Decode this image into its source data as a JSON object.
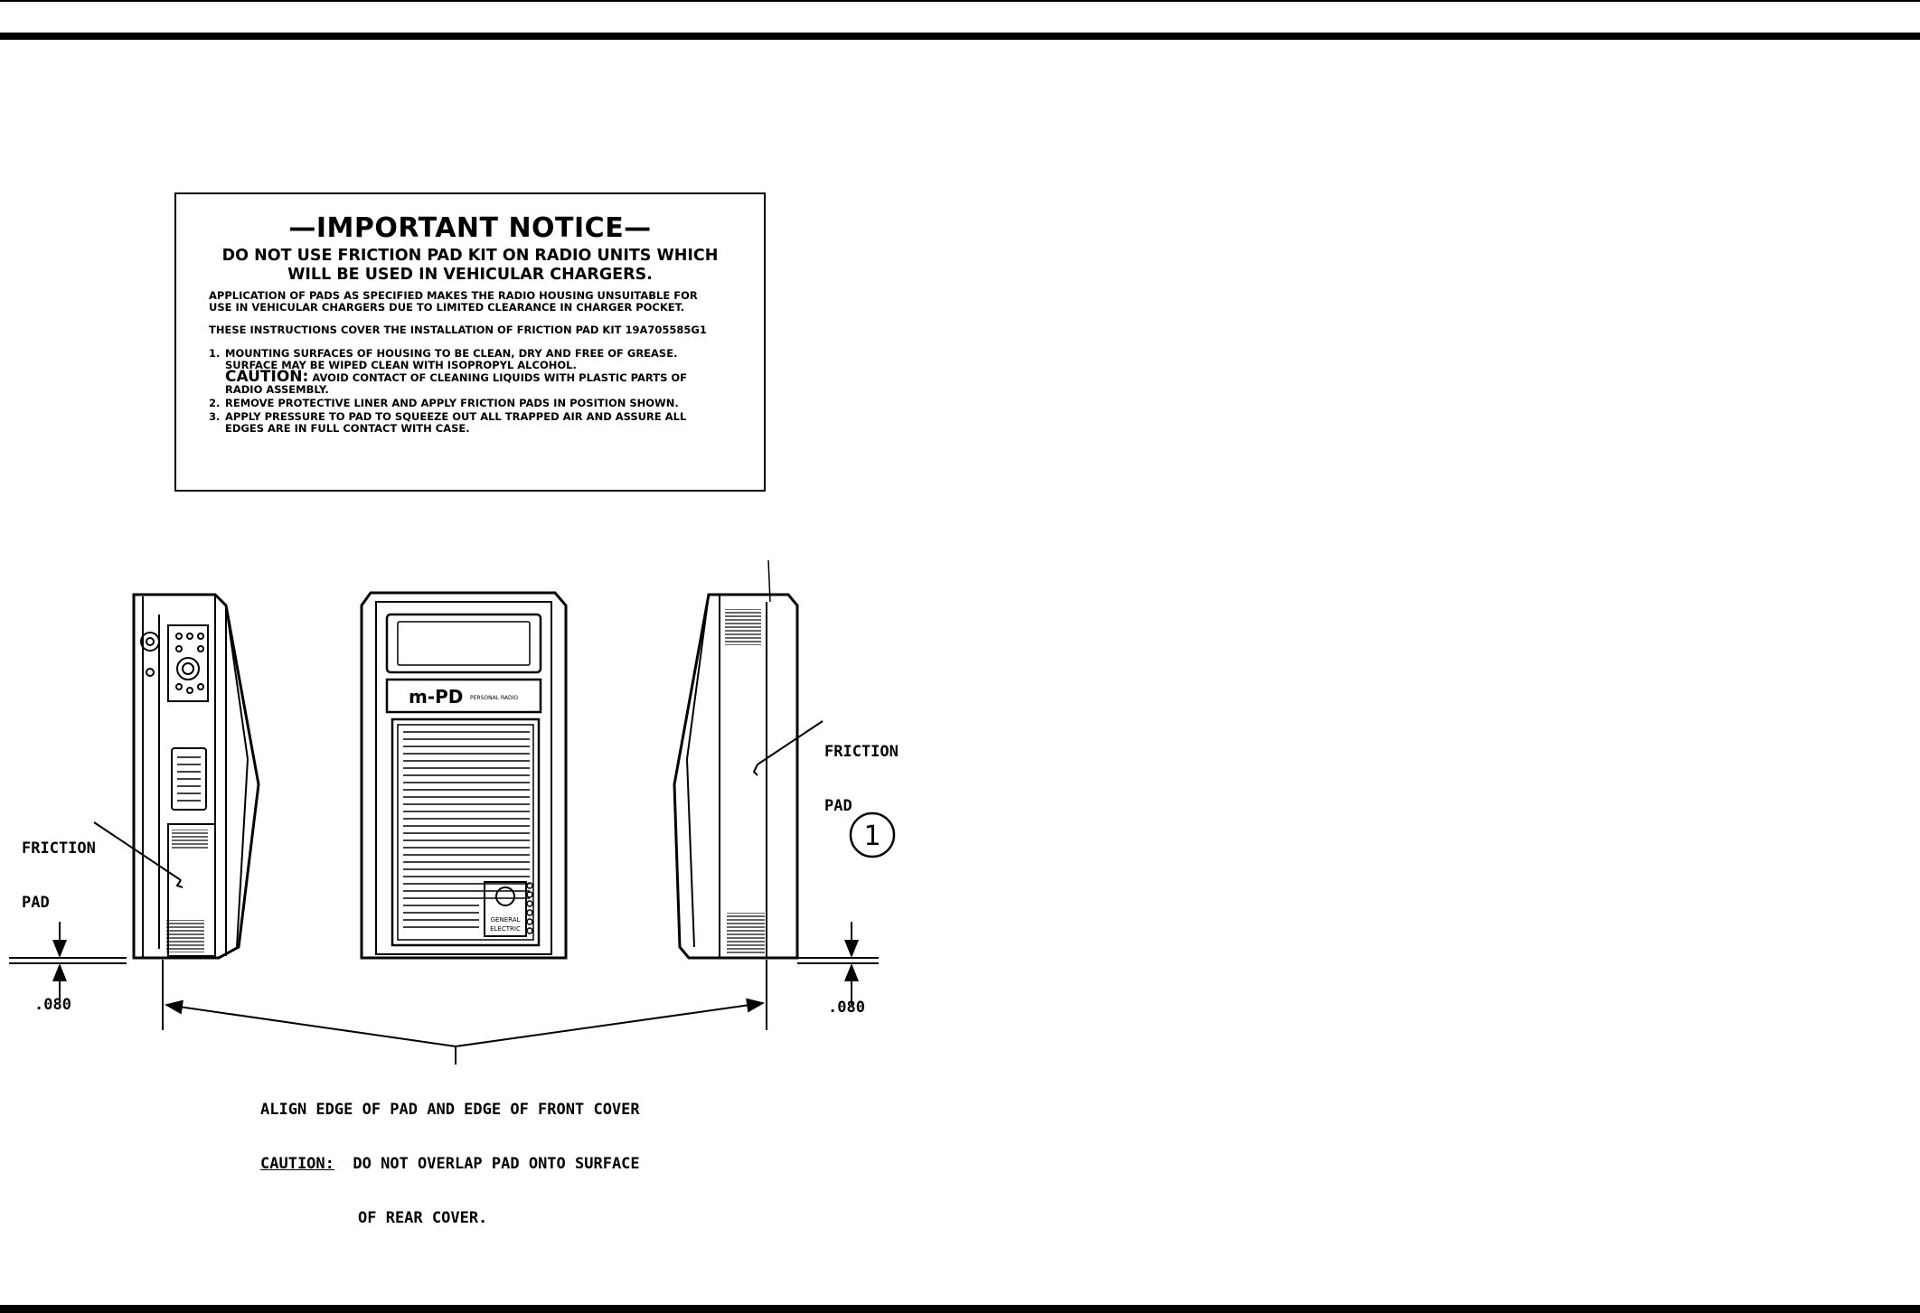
{
  "notice": {
    "title": "—IMPORTANT NOTICE—",
    "headline_1": "DO NOT USE FRICTION PAD KIT ON RADIO UNITS WHICH",
    "headline_2": "WILL BE USED IN VEHICULAR CHARGERS.",
    "application_1": "APPLICATION OF PADS AS SPECIFIED MAKES THE RADIO HOUSING UNSUITABLE FOR",
    "application_2": "USE IN VEHICULAR CHARGERS DUE TO LIMITED CLEARANCE IN CHARGER POCKET.",
    "instructions": "THESE INSTRUCTIONS COVER THE INSTALLATION OF FRICTION PAD KIT 19A705585G1",
    "step1_num": "1.",
    "step1_line1": "MOUNTING SURFACES OF HOUSING TO BE CLEAN, DRY AND FREE OF GREASE.",
    "step1_line2": "SURFACE MAY BE WIPED CLEAN WITH ISOPROPYL ALCOHOL.",
    "caution_word": "CAUTION:",
    "caution_text_1": "AVOID CONTACT OF CLEANING LIQUIDS WITH PLASTIC PARTS OF",
    "caution_text_2": "RADIO ASSEMBLY.",
    "step2_num": "2.",
    "step2": "REMOVE PROTECTIVE LINER AND APPLY FRICTION PADS IN POSITION SHOWN.",
    "step3_num": "3.",
    "step3_line1": "APPLY PRESSURE TO PAD TO SQUEEZE OUT ALL TRAPPED AIR AND ASSURE ALL",
    "step3_line2": "EDGES ARE IN FULL CONTACT WITH CASE."
  },
  "diagram": {
    "left_label_1": "FRICTION",
    "left_label_2": "PAD",
    "right_label_1": "FRICTION",
    "right_label_2": "PAD",
    "left_dimension": ".080",
    "right_dimension": ".080",
    "align_note_1": "ALIGN EDGE OF PAD AND EDGE OF FRONT COVER",
    "caution_word": "CAUTION:",
    "align_note_2": "DO NOT OVERLAP PAD ONTO SURFACE",
    "align_note_3": "OF REAR COVER.",
    "callout_number": "1",
    "logo_text": "m-PD",
    "logo_subtext": "PERSONAL RADIO",
    "brand_1": "GENERAL",
    "brand_2": "ELECTRIC"
  }
}
